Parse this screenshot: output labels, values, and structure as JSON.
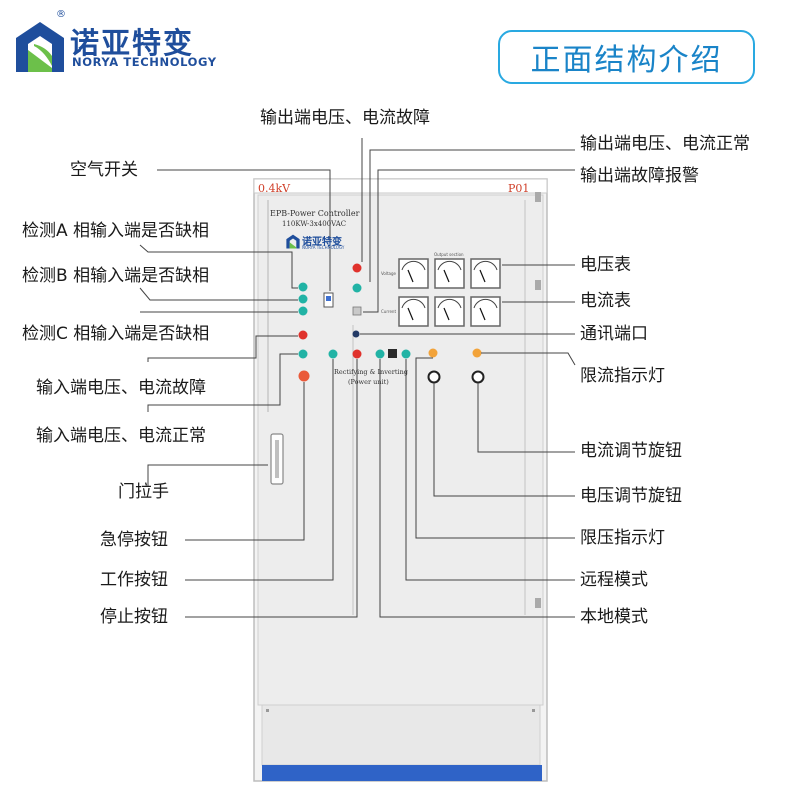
{
  "brand": {
    "name_cn": "诺亚特变",
    "name_en": "NORYA TECHNOLOGY",
    "registered": "®",
    "colors": {
      "blue": "#1f4e9c",
      "green": "#6cc04a",
      "accent": "#29a9e1"
    }
  },
  "title": "正面结构介绍",
  "cabinet": {
    "voltage_tag": "0.4kV",
    "id_tag": "P01",
    "model_line1": "EPB-Power Controller",
    "model_line2": "110KW-3x400VAC",
    "panel_brand": "诺亚特变",
    "panel_brand_en": "NORYA TECHNOLOGY",
    "output_section": "Output section",
    "voltage_label": "Voltage",
    "current_label": "Current",
    "rectifying_line1": "Rectifying & Inverting",
    "rectifying_line2": "(Power unit)"
  },
  "labels": {
    "output_fault": "输出端电压、电流故障",
    "output_normal": "输出端电压、电流正常",
    "output_alarm": "输出端故障报警",
    "air_switch": "空气开关",
    "detect_a": "检测A 相输入端是否缺相",
    "detect_b": "检测B 相输入端是否缺相",
    "detect_c": "检测C 相输入端是否缺相",
    "voltmeter": "电压表",
    "ammeter": "电流表",
    "comm_port": "通讯端口",
    "current_limit_light": "限流指示灯",
    "input_fault": "输入端电压、电流故障",
    "input_normal": "输入端电压、电流正常",
    "door_handle": "门拉手",
    "current_knob": "电流调节旋钮",
    "voltage_knob": "电压调节旋钮",
    "estop_button": "急停按钮",
    "voltage_limit_light": "限压指示灯",
    "work_button": "工作按钮",
    "remote_mode": "远程模式",
    "stop_button": "停止按钮",
    "local_mode": "本地模式"
  }
}
